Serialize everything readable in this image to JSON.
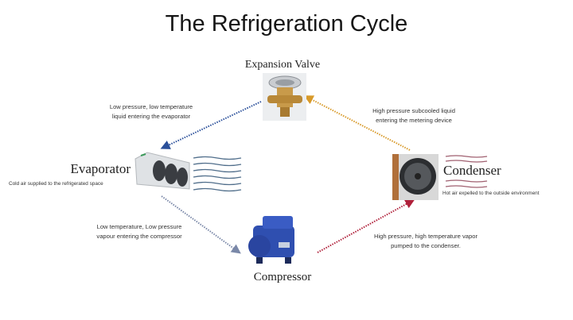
{
  "title": "The Refrigeration Cycle",
  "components": {
    "expansion_valve": {
      "label": "Expansion Valve"
    },
    "evaporator": {
      "label": "Evaporator",
      "caption": "Cold air supplied to the refrigerated space"
    },
    "condenser": {
      "label": "Condenser",
      "caption": "Hot air expelled to the outside environment"
    },
    "compressor": {
      "label": "Compressor"
    }
  },
  "flows": {
    "valve_to_evaporator": {
      "line1": "Low pressure, low temperature",
      "line2": "liquid entering the evaporator",
      "color": "#2a4f9a"
    },
    "condenser_to_valve": {
      "line1": "High pressure subcooled liquid",
      "line2": "entering the metering device",
      "color": "#d89a2a"
    },
    "evaporator_to_compressor": {
      "line1": "Low temperature, Low pressure",
      "line2": "vapour entering the compressor",
      "color": "#7a88a8"
    },
    "compressor_to_condenser": {
      "line1": "High pressure, high temperature vapor",
      "line2": "pumped to the condenser.",
      "color": "#b0203a"
    }
  }
}
